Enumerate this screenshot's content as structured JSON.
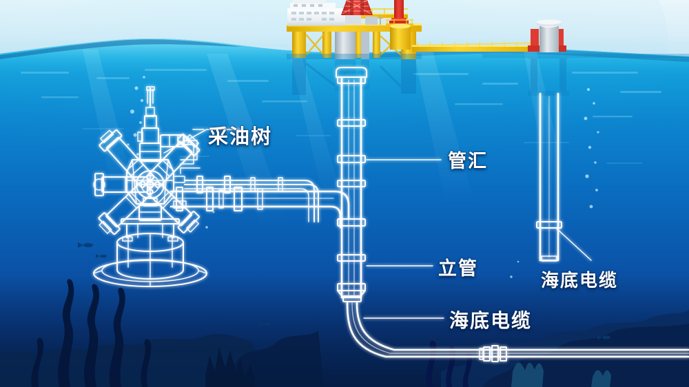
{
  "scene": {
    "title": "Subsea oil and gas production system cutaway illustration",
    "view": "above-and-below water cross-section"
  },
  "palette": {
    "sky": "#dff0f7",
    "sky_low": "#bfe4f2",
    "water_top": "#17a6dd",
    "water_mid": "#0d78c4",
    "water_deep": "#0b4f9e",
    "water_bottom": "#0a2f6e",
    "seabed_dark": "#07224f",
    "line_art": "#ffffff",
    "platform_yellow": "#f5c400",
    "platform_red": "#e0342a",
    "platform_white": "#f2f4f6",
    "label_text": "#ffffff"
  },
  "platform": {
    "name": "offshore production platform",
    "parts": [
      {
        "id": "accommodation-block",
        "color": "#f2f4f6"
      },
      {
        "id": "drilling-derrick",
        "color": "#e0342a"
      },
      {
        "id": "main-deck",
        "color": "#f5c400"
      },
      {
        "id": "flare-tower",
        "color": "#e0342a"
      },
      {
        "id": "support-legs",
        "color": "#f5c400"
      },
      {
        "id": "catwalk-bridge",
        "color": "#f5c400"
      },
      {
        "id": "monopile-platform",
        "color": "#e0342a"
      }
    ]
  },
  "equipment": [
    {
      "id": "christmas-tree",
      "label": "采油树",
      "pinyin": "caiyoushu",
      "english": "Christmas tree"
    },
    {
      "id": "manifold",
      "label": "管汇",
      "pinyin": "guanhui",
      "english": "Manifold"
    },
    {
      "id": "riser",
      "label": "立管",
      "pinyin": "liguan",
      "english": "Riser"
    },
    {
      "id": "subsea-cable-bottom",
      "label": "海底电缆",
      "pinyin": "haidi dianlan",
      "english": "Subsea cable"
    },
    {
      "id": "subsea-cable-right",
      "label": "海底电缆",
      "pinyin": "haidi dianlan",
      "english": "Subsea cable"
    }
  ],
  "labels": {
    "tree": "采油树",
    "manifold": "管汇",
    "riser": "立管",
    "cable_bottom": "海底电缆",
    "cable_right": "海底电缆"
  }
}
